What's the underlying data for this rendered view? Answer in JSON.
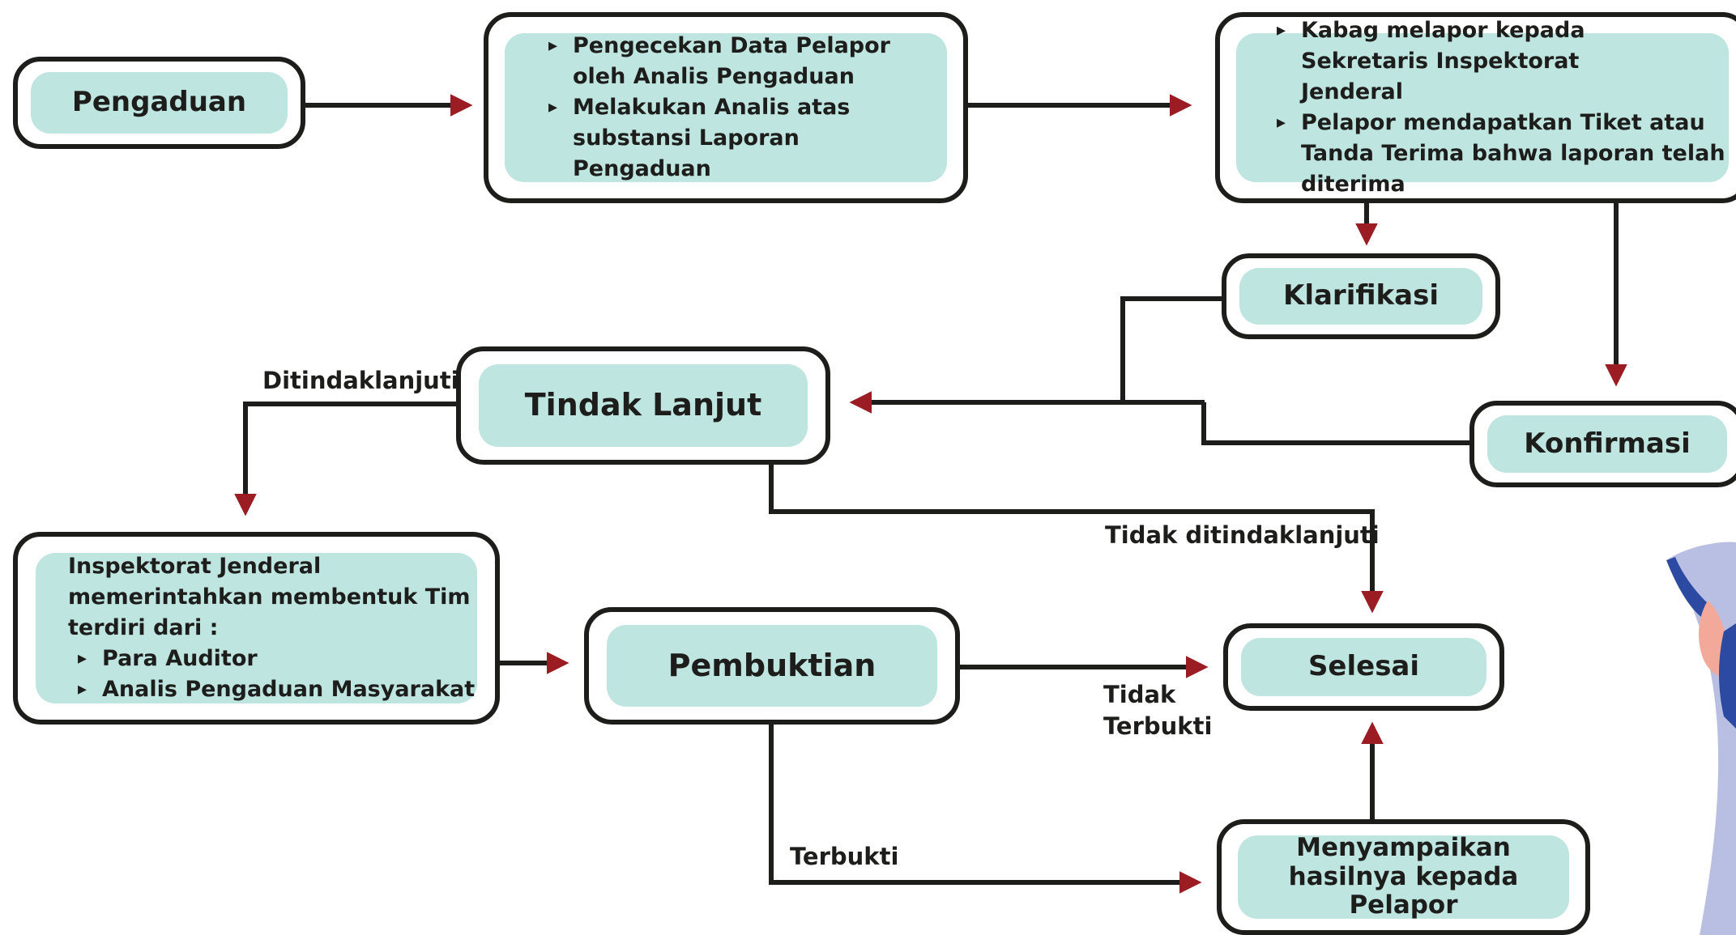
{
  "nodes": {
    "pengaduan": "Pengaduan",
    "analysis": {
      "items": [
        "Pengecekan Data Pelapor oleh Analis Pengaduan",
        "Melakukan Analis atas substansi Laporan Pengaduan"
      ]
    },
    "report": {
      "items": [
        "Kabag melapor kepada Sekretaris Inspektorat Jenderal",
        "Pelapor mendapatkan Tiket atau Tanda Terima bahwa laporan telah diterima"
      ]
    },
    "klarifikasi": "Klarifikasi",
    "konfirmasi": "Konfirmasi",
    "tindak_lanjut": "Tindak Lanjut",
    "team": {
      "intro": "Inspektorat Jenderal memerintahkan membentuk Tim terdiri dari :",
      "items": [
        "Para Auditor",
        "Analis Pengaduan Masyarakat"
      ]
    },
    "pembuktian": "Pembuktian",
    "selesai": "Selesai",
    "menyampaikan": "Menyampaikan hasilnya kepada Pelapor"
  },
  "edge_labels": {
    "ditindaklanjuti": "Ditindaklanjuti",
    "tidak_ditindaklanjuti": "Tidak ditindaklanjuti",
    "tidak_terbukti": "Tidak Terbukti",
    "terbukti": "Terbukti"
  },
  "colors": {
    "box_fill": "#bfe5e0",
    "outline": "#1d1d1b",
    "arrow_head": "#9b1c22"
  }
}
